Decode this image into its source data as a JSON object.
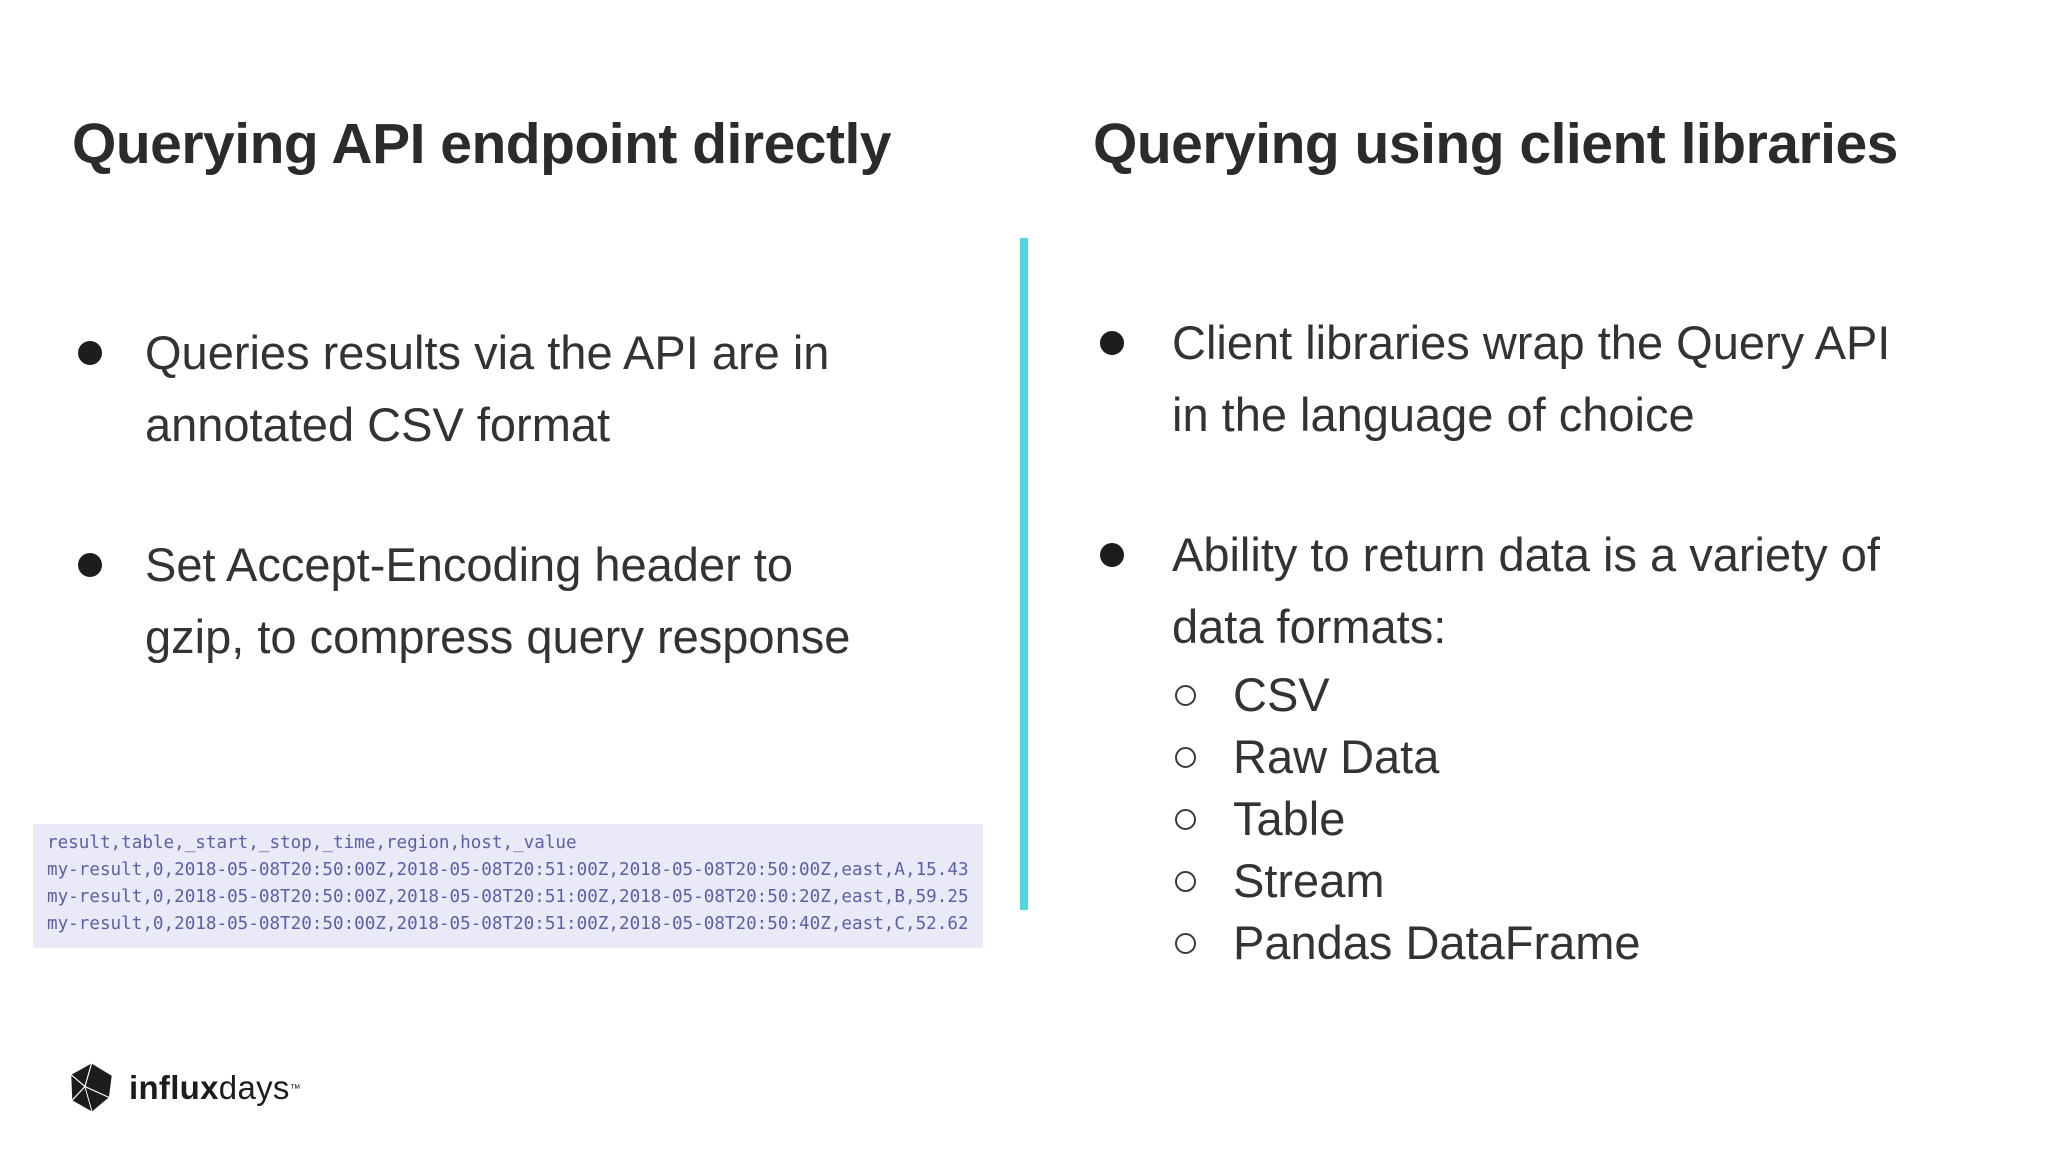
{
  "slide": {
    "left": {
      "title": "Querying API endpoint directly",
      "bullets": [
        {
          "text": "Queries results via the API are in annotated CSV format",
          "lines": [
            "Queries results via the API are in",
            "annotated CSV format"
          ]
        },
        {
          "text": "Set Accept-Encoding header to gzip, to compress query response",
          "lines": [
            "Set Accept-Encoding header to",
            "gzip, to compress query response"
          ]
        }
      ],
      "code_block": {
        "lines": [
          "result,table,_start,_stop,_time,region,host,_value",
          "my-result,0,2018-05-08T20:50:00Z,2018-05-08T20:51:00Z,2018-05-08T20:50:00Z,east,A,15.43",
          "my-result,0,2018-05-08T20:50:00Z,2018-05-08T20:51:00Z,2018-05-08T20:50:20Z,east,B,59.25",
          "my-result,0,2018-05-08T20:50:00Z,2018-05-08T20:51:00Z,2018-05-08T20:50:40Z,east,C,52.62"
        ]
      }
    },
    "right": {
      "title": "Querying using client libraries",
      "bullets": [
        {
          "text": "Client libraries wrap the Query API in the language of choice",
          "lines": [
            "Client libraries wrap the Query API",
            "in the language of choice"
          ]
        },
        {
          "text": "Ability to return data is a variety of data formats:",
          "lines": [
            "Ability to return data is a variety of",
            "data formats:"
          ]
        }
      ],
      "sub_bullets": [
        "CSV",
        "Raw Data",
        "Table",
        "Stream",
        "Pandas DataFrame"
      ]
    },
    "footer": {
      "logo_text_bold": "influx",
      "logo_text_light": "days",
      "trademark": "™"
    },
    "colors": {
      "divider_teal": "#4fd6de",
      "code_background": "#e9e9f7",
      "code_text": "#5d5fa5",
      "heading_text": "#2b2b2b",
      "body_text": "#333333",
      "logo_text": "#1c1c1e"
    }
  }
}
